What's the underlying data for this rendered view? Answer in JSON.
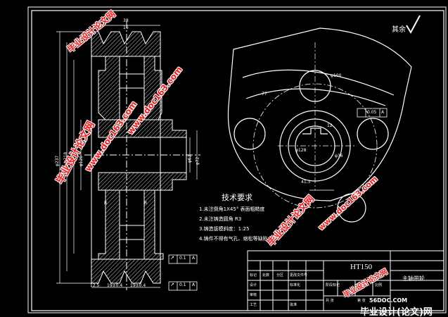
{
  "drawing": {
    "tech_title": "技术要求",
    "tech_items": [
      "1.未注倒角1X45°  表面粗糙度",
      "2.未注铸造圆角 R3",
      "3.铸造拔模斜度：1:25",
      "4.铸件不得有气孔、缩松等缺陷"
    ],
    "material": "HT150",
    "part_name": "主轴带轮",
    "other_roughness": "其余",
    "title_cells": [
      "标记",
      "处数",
      "分区",
      "更改文件号",
      "签名",
      "年月日",
      "设计",
      "标准化",
      "审核",
      "工艺",
      "批准",
      "阶段标记",
      "重量",
      "比例",
      "共 张",
      "第 张"
    ],
    "dims_left": [
      "38",
      "16",
      "φ237",
      "φ218",
      "φ120",
      "φ62",
      "φ72",
      "12.5",
      "19±0.4",
      "19±0.4",
      "R",
      "R"
    ],
    "dims_right": [
      "φ100",
      "77",
      "φ128",
      "41.3",
      "12",
      "φ36",
      "0.05",
      "A"
    ],
    "tol_frames": [
      {
        "symbol": "↗",
        "value": "0.1",
        "datum": "A"
      },
      {
        "symbol": "↗",
        "value": "0.1",
        "datum": "A"
      }
    ]
  },
  "watermarks": [
    "毕业设计论文网",
    "www.doc163.com",
    "毕业设计论文网",
    "www.doc163.com",
    "毕业设计论文网",
    "www.doc163.com",
    "毕业设计论文网"
  ],
  "footer": {
    "site": "56DOC.COM",
    "brand": "毕业设计(论文)网"
  }
}
